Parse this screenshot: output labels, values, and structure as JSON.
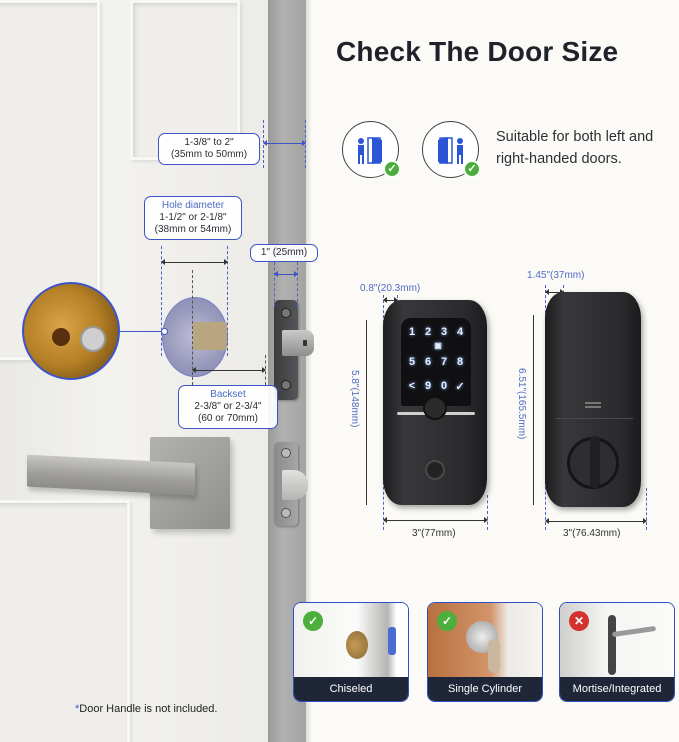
{
  "title": "Check The Door Size",
  "handedness": {
    "text": "Suitable for both left and right-handed doors.",
    "icons": [
      {
        "name": "left-handed-door-icon",
        "status": "check"
      },
      {
        "name": "right-handed-door-icon",
        "status": "check"
      }
    ]
  },
  "door_measurements": {
    "thickness": {
      "line1": "1-3/8\" to 2\"",
      "line2": "(35mm to 50mm)"
    },
    "hole_diameter": {
      "title": "Hole diameter",
      "line1": "1-1/2\" or 2-1/8\"",
      "line2": "(38mm or 54mm)"
    },
    "latch_width": {
      "label": "1\" (25mm)"
    },
    "backset": {
      "title": "Backset",
      "line1": "2-3/8\" or 2-3/4\"",
      "line2": "(60 or 70mm)"
    }
  },
  "exterior_lock": {
    "depth": "0.8\"(20.3mm)",
    "height": "5.8\"(148mm)",
    "width": "3\"(77mm)",
    "keypad": [
      "1",
      "2",
      "3",
      "4",
      "5",
      "6",
      "7",
      "8",
      "<",
      "9",
      "0",
      "✓"
    ]
  },
  "interior_lock": {
    "depth": "1.45\"(37mm)",
    "height": "6.51\"(165.5mm)",
    "width": "3\"(76.43mm)"
  },
  "compatibility": [
    {
      "label": "Chiseled",
      "status": "compatible",
      "badge": "✓"
    },
    {
      "label": "Single Cylinder",
      "status": "compatible",
      "badge": "✓"
    },
    {
      "label": "Mortise/Integrated",
      "status": "incompatible",
      "badge": "✕"
    }
  ],
  "footnote": {
    "star": "*",
    "text": "Door Handle is not included."
  },
  "colors": {
    "accent_blue": "#3b55c9",
    "check_green": "#4caf3c",
    "cross_red": "#d4322f",
    "label_bg": "#1f2638",
    "title": "#20222b"
  }
}
